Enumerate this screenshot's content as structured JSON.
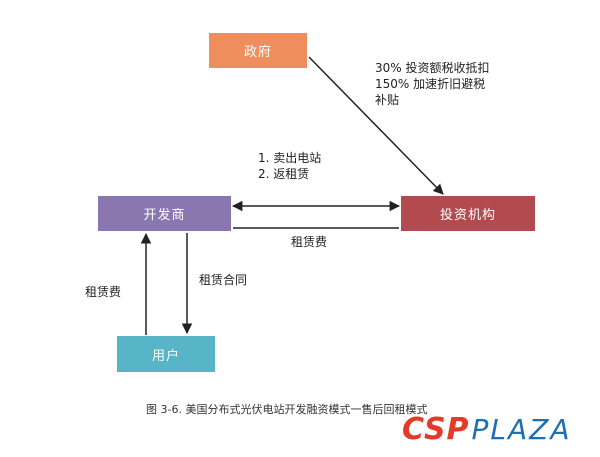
{
  "colors": {
    "government": "#ee8e5c",
    "developer": "#8a77b0",
    "investor": "#b34a50",
    "user": "#57b5c7",
    "line": "#222222"
  },
  "nodes": {
    "government": "政府",
    "developer": "开发商",
    "investor": "投资机构",
    "user": "用户"
  },
  "edges": {
    "subsidy": [
      "30% 投资额税收抵扣",
      "150% 加速折旧避税",
      "补贴"
    ],
    "sale_leaseback": [
      "1. 卖出电站",
      "2. 返租赁"
    ],
    "rent_dev_to_investor": "租赁费",
    "lease_contract": "租赁合同",
    "rent_user_to_dev": "租赁费"
  },
  "caption": "图 3-6. 美国分布式光伏电站开发融资模式一售后回租模式",
  "brand": {
    "part1": "CSP",
    "part2": "PLAZA"
  }
}
